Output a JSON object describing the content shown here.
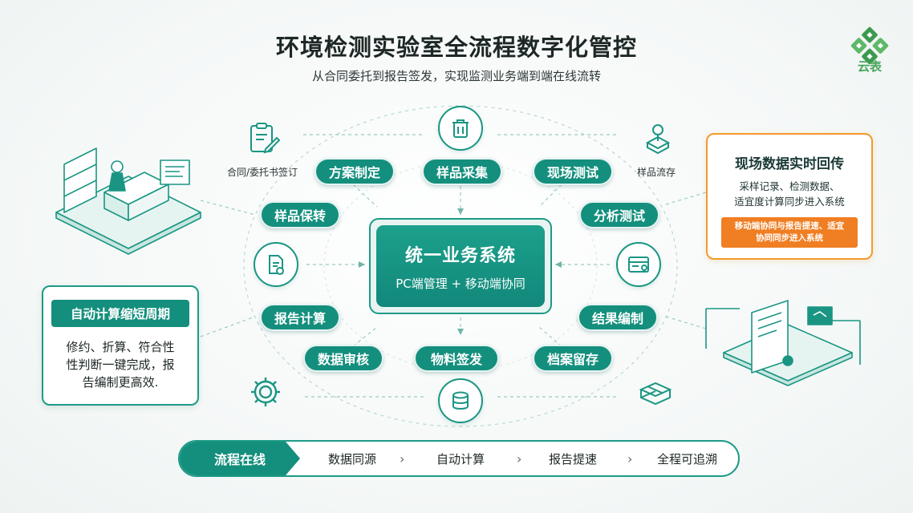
{
  "header": {
    "title": "环境检测实验室全流程数字化管控",
    "subtitle": "从合同委托到报告签发，实现监测业务端到端在线流转"
  },
  "logo": {
    "text": "云表",
    "color": "#46a55c"
  },
  "core": {
    "title": "统一业务系统",
    "subtitle": "PC端管理 + 移动端协同"
  },
  "process": {
    "plan": "方案制定",
    "sampling": "样品采集",
    "field_test": "现场测试",
    "sample_handover": "样品保转",
    "analysis": "分析测试",
    "report_calc": "报告计算",
    "result_compile": "结果编制",
    "data_review": "数据审核",
    "material_sign": "物料签发",
    "archive": "档案留存"
  },
  "side_labels": {
    "contract": "合同/委托书签订",
    "storage": "样品流存"
  },
  "icons": {
    "top": "trash-bin-icon",
    "left": "document-sign-icon",
    "right": "device-card-icon",
    "bottom": "database-icon",
    "gear": "gear-icon",
    "boxes": "boxes-icon",
    "contract": "clipboard-pen-icon",
    "storage": "sample-tube-icon"
  },
  "callout_right": {
    "title": "现场数据实时回传",
    "desc_line1": "采样记录、检测数据、",
    "desc_line2": "适宜度计算同步进入系统",
    "badge_line1": "移动端协同与报告提速、适宜",
    "badge_line2": "协同同步进入系统"
  },
  "callout_left": {
    "badge": "自动计算缩短周期",
    "desc_line1": "修约、折算、符合性",
    "desc_line2": "性判断一键完成，报",
    "desc_line3": "告编制更高效."
  },
  "bottom_bar": {
    "items": [
      "流程在线",
      "数据同源",
      "自动计算",
      "报告提速",
      "全程可追溯"
    ],
    "separator": "›"
  },
  "colors": {
    "primary": "#148f7d",
    "accent_orange": "#f07e22",
    "border_orange": "#f39a2c"
  }
}
